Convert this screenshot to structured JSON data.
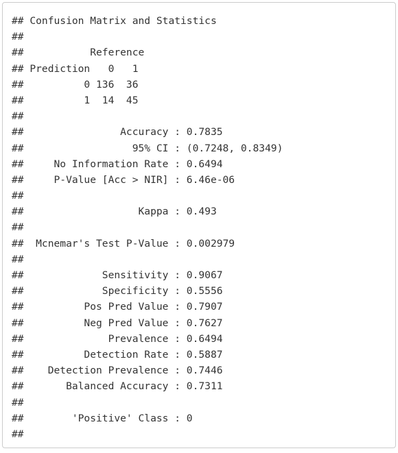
{
  "output": {
    "lines": [
      "## Confusion Matrix and Statistics",
      "##",
      "##           Reference",
      "## Prediction   0   1",
      "##          0 136  36",
      "##          1  14  45",
      "##",
      "##                Accuracy : 0.7835",
      "##                  95% CI : (0.7248, 0.8349)",
      "##     No Information Rate : 0.6494",
      "##     P-Value [Acc > NIR] : 6.46e-06",
      "##",
      "##                   Kappa : 0.493",
      "##",
      "##  Mcnemar's Test P-Value : 0.002979",
      "##",
      "##             Sensitivity : 0.9067",
      "##             Specificity : 0.5556",
      "##          Pos Pred Value : 0.7907",
      "##          Neg Pred Value : 0.7627",
      "##              Prevalence : 0.6494",
      "##          Detection Rate : 0.5887",
      "##    Detection Prevalence : 0.7446",
      "##       Balanced Accuracy : 0.7311",
      "##",
      "##        'Positive' Class : 0",
      "##"
    ]
  }
}
